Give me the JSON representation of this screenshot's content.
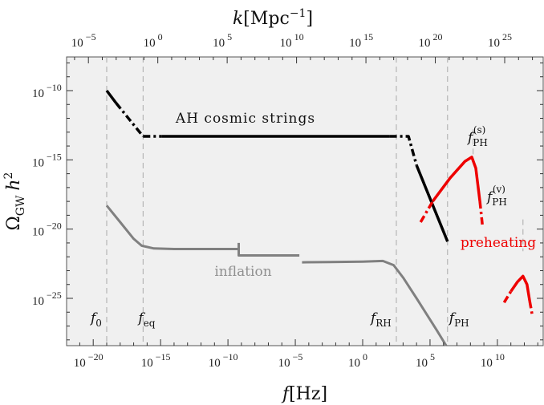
{
  "chart_data": {
    "type": "line",
    "title": "",
    "x_axis": {
      "label_italic": "f",
      "label_unit": "[Hz]",
      "scale": "log",
      "range_log10": [
        -22,
        15
      ],
      "ticks_log10": [
        -20,
        -15,
        -10,
        -5,
        0,
        5,
        10
      ],
      "tick_labels": [
        "10",
        "10",
        "10",
        "10",
        "10",
        "10",
        "10"
      ],
      "tick_exponents": [
        "−20",
        "−15",
        "−10",
        "−5",
        "0",
        "5",
        "10"
      ]
    },
    "top_axis": {
      "label_italic": "k",
      "label_unit": "[Mpc",
      "label_unit_exp": "−1",
      "label_close": "]",
      "scale": "log",
      "ticks_log10": [
        -5,
        0,
        5,
        10,
        15,
        20,
        25
      ],
      "tick_labels": [
        "10",
        "10",
        "10",
        "10",
        "10",
        "10",
        "10"
      ],
      "tick_exponents": [
        "−5",
        "0",
        "5",
        "10",
        "15",
        "20",
        "25"
      ]
    },
    "y_axis": {
      "label_main": "Ω",
      "label_sub": "GW",
      "label_h": "h",
      "label_exp": "2",
      "scale": "log",
      "range_log10": [
        -29,
        -7
      ],
      "ticks_log10": [
        -10,
        -15,
        -20,
        -25
      ],
      "tick_labels": [
        "10",
        "10",
        "10",
        "10"
      ],
      "tick_exponents": [
        "−10",
        "−15",
        "−20",
        "−25"
      ]
    },
    "grid": false,
    "legend": "none",
    "vertical_markers": [
      {
        "x_log10": -19,
        "label_main": "f",
        "label_sub": "0"
      },
      {
        "x_log10": -16.3,
        "label_main": "f",
        "label_sub": "eq"
      },
      {
        "x_log10": 2.5,
        "label_main": "f",
        "label_sub": "RH"
      },
      {
        "x_log10": 6.3,
        "label_main": "f",
        "label_sub": "PH"
      }
    ],
    "marker_lines_extra": [
      {
        "x_log10": 8.2,
        "y_top_log10": -12.8,
        "y_bottom_log10": -15.5
      },
      {
        "x_log10": 11.9,
        "y_top_log10": -19.3,
        "y_bottom_log10": -21.6
      }
    ],
    "series": [
      {
        "name": "AH cosmic strings",
        "color": "#000000",
        "segments": [
          {
            "style": "solid",
            "points": [
              [
                -19,
                -10.0
              ],
              [
                -18.3,
                -10.9
              ]
            ]
          },
          {
            "style": "dashdot",
            "points": [
              [
                -18.3,
                -10.9
              ],
              [
                -16.3,
                -13.3
              ]
            ]
          },
          {
            "style": "dashdot",
            "points": [
              [
                -16.3,
                -13.3
              ],
              [
                -14.9,
                -13.3
              ]
            ]
          },
          {
            "style": "solid",
            "points": [
              [
                -14.9,
                -13.3
              ],
              [
                2.0,
                -13.3
              ]
            ]
          },
          {
            "style": "dashdot",
            "points": [
              [
                2.0,
                -13.3
              ],
              [
                3.4,
                -13.3
              ],
              [
                4.0,
                -15.4
              ]
            ]
          },
          {
            "style": "solid",
            "points": [
              [
                4.0,
                -15.4
              ],
              [
                6.3,
                -20.9
              ]
            ]
          }
        ]
      },
      {
        "name": "inflation",
        "color": "#808080",
        "segments": [
          {
            "style": "solid",
            "points": [
              [
                -19,
                -18.3
              ],
              [
                -18,
                -19.5
              ],
              [
                -17,
                -20.7
              ],
              [
                -16.4,
                -21.2
              ],
              [
                -15.5,
                -21.4
              ],
              [
                -14,
                -21.44
              ],
              [
                -9.2,
                -21.44
              ]
            ]
          },
          {
            "style": "solid",
            "points": [
              [
                -9.2,
                -21.0
              ],
              [
                -9.2,
                -21.9
              ],
              [
                -4.7,
                -21.9
              ]
            ]
          },
          {
            "style": "solid",
            "points": [
              [
                -4.5,
                -22.4
              ],
              [
                -2.5,
                -22.38
              ],
              [
                0.0,
                -22.35
              ],
              [
                1.5,
                -22.3
              ],
              [
                2.3,
                -22.6
              ],
              [
                3.0,
                -23.5
              ],
              [
                4.0,
                -25.0
              ],
              [
                5.5,
                -27.3
              ],
              [
                6.2,
                -29.0
              ]
            ]
          }
        ]
      },
      {
        "name": "preheating",
        "color": "#ee0000",
        "segments": [
          {
            "style": "dashdot",
            "points": [
              [
                4.3,
                -19.5
              ],
              [
                5.2,
                -18.0
              ]
            ]
          },
          {
            "style": "solid",
            "points": [
              [
                5.2,
                -18.0
              ],
              [
                6.5,
                -16.3
              ],
              [
                7.6,
                -15.1
              ],
              [
                8.1,
                -14.8
              ],
              [
                8.4,
                -15.6
              ],
              [
                8.7,
                -18.0
              ]
            ]
          },
          {
            "style": "dashdot",
            "points": [
              [
                8.7,
                -18.0
              ],
              [
                8.9,
                -19.8
              ]
            ]
          },
          {
            "style": "dashdot",
            "points": [
              [
                10.5,
                -25.3
              ],
              [
                11.0,
                -24.5
              ]
            ]
          },
          {
            "style": "solid",
            "points": [
              [
                11.0,
                -24.5
              ],
              [
                11.5,
                -23.8
              ],
              [
                11.9,
                -23.4
              ],
              [
                12.2,
                -24.0
              ],
              [
                12.4,
                -25.2
              ]
            ]
          },
          {
            "style": "dashdot",
            "points": [
              [
                12.4,
                -25.2
              ],
              [
                12.6,
                -26.3
              ]
            ]
          }
        ]
      }
    ],
    "annotations": {
      "strings_label": "AH cosmic strings",
      "inflation_label": "inflation",
      "preheating_label": "preheating",
      "fph_s_main": "f",
      "fph_s_sub": "PH",
      "fph_s_sup": "(s)",
      "fph_v_main": "f",
      "fph_v_sub": "PH",
      "fph_v_sup": "(v)"
    }
  }
}
